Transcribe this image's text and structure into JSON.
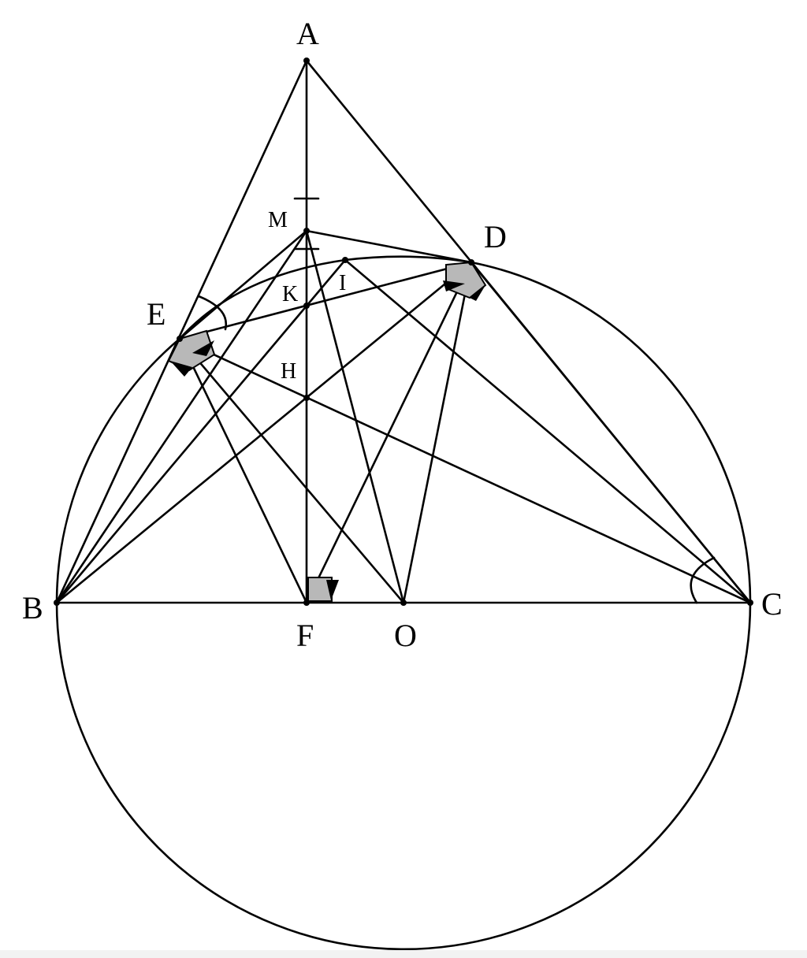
{
  "points": {
    "A": {
      "label": "A"
    },
    "B": {
      "label": "B"
    },
    "C": {
      "label": "C"
    },
    "D": {
      "label": "D"
    },
    "E": {
      "label": "E"
    },
    "F": {
      "label": "F"
    },
    "O": {
      "label": "O"
    },
    "H": {
      "label": "H"
    },
    "K": {
      "label": "K"
    },
    "I": {
      "label": "I"
    },
    "M": {
      "label": "M"
    }
  },
  "colors": {
    "stroke": "#000000",
    "right_angle_fill": "#b8b8b8",
    "background": "#ffffff"
  }
}
